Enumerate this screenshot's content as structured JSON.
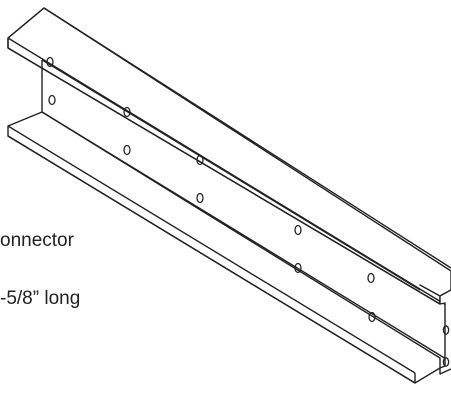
{
  "labels": {
    "line1": "onnector",
    "line2": "-5/8” long"
  },
  "drawing": {
    "stroke_color": "#222222",
    "fill_color": "#ffffff",
    "hole_count_per_row": 6,
    "end_hole_count": 2
  }
}
